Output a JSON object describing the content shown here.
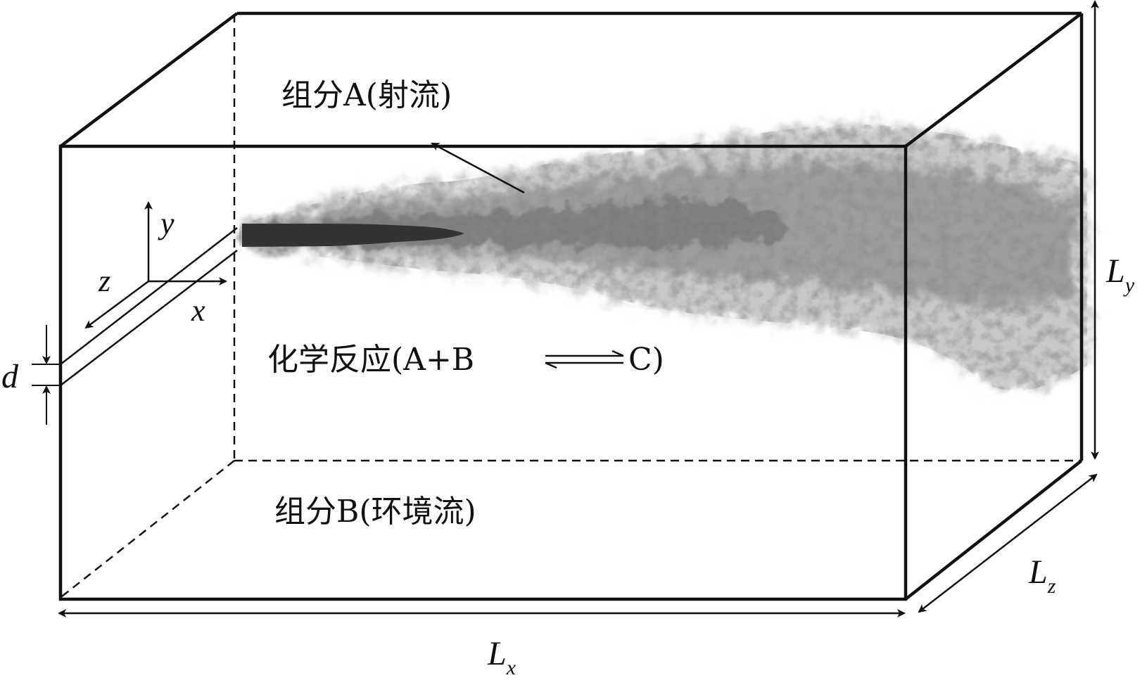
{
  "labels": {
    "jet": "组分A(射流)",
    "ambient": "组分B(环境流)",
    "reaction_prefix": "化学反应(A+B",
    "reaction_suffix": "C)"
  },
  "axes": {
    "x": "x",
    "y": "y",
    "z": "z"
  },
  "dimensions": {
    "d": "d",
    "Lx": {
      "main": "L",
      "sub": "x"
    },
    "Ly": {
      "main": "L",
      "sub": "y"
    },
    "Lz": {
      "main": "L",
      "sub": "z"
    }
  },
  "colors": {
    "line": "#111111",
    "jet_core": "#333333",
    "plume": "#7a7a7a"
  }
}
